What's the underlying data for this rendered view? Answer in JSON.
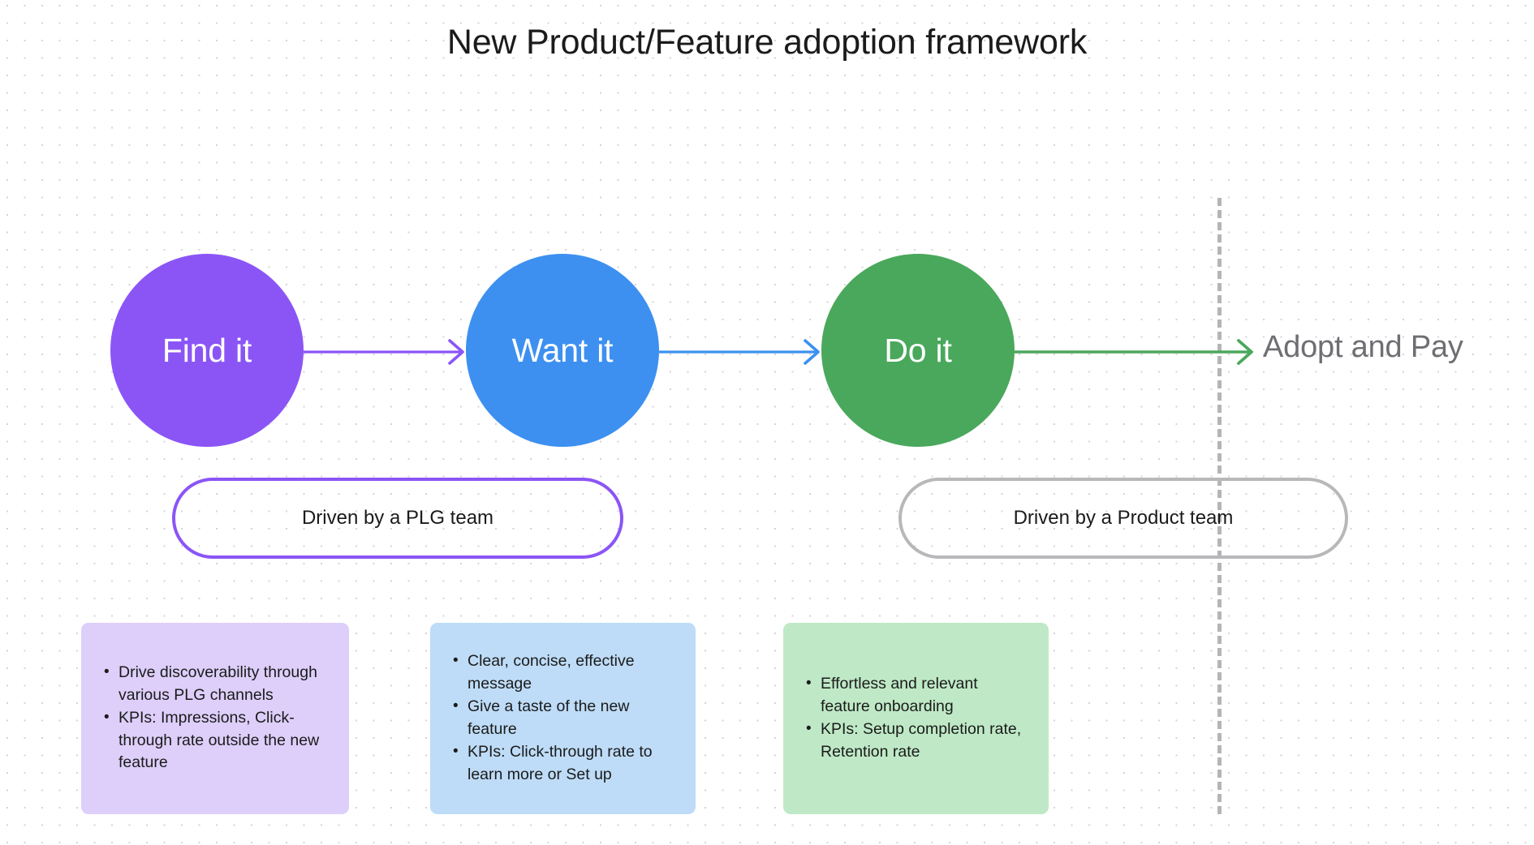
{
  "title": "New Product/Feature adoption framework",
  "canvas": {
    "background": "#ffffff",
    "dot_grid_color": "#d4d4d8"
  },
  "stages": [
    {
      "id": "find-it",
      "label": "Find it",
      "color": "#8b55f6",
      "text_color": "#ffffff"
    },
    {
      "id": "want-it",
      "label": "Want it",
      "color": "#3d90f0",
      "text_color": "#ffffff"
    },
    {
      "id": "do-it",
      "label": "Do it",
      "color": "#4aa85c",
      "text_color": "#ffffff"
    }
  ],
  "arrows": [
    {
      "id": "find-to-want",
      "color": "#8b55f6",
      "from": "Find it",
      "to": "Want it"
    },
    {
      "id": "want-to-do",
      "color": "#3d90f0",
      "from": "Want it",
      "to": "Do it"
    },
    {
      "id": "do-to-adopt",
      "color": "#4aa85c",
      "from": "Do it",
      "to": "Adopt and Pay"
    }
  ],
  "outcome": {
    "label": "Adopt and Pay",
    "color": "#6e6e73"
  },
  "divider": {
    "style": "dashed",
    "color": "#b5b5b8"
  },
  "ownership": [
    {
      "id": "plg-team",
      "label": "Driven by a PLG team",
      "border_color": "#8b55f6"
    },
    {
      "id": "product-team",
      "label": "Driven by a Product team",
      "border_color": "#b8b8bb"
    }
  ],
  "cards": [
    {
      "id": "find-it",
      "background": "#ddcffa",
      "bullets": [
        "Drive discoverability through various PLG channels",
        "KPIs: Impressions, Click-through rate outside the new feature"
      ]
    },
    {
      "id": "want-it",
      "background": "#bedcf7",
      "bullets": [
        "Clear, concise, effective message",
        "Give a taste of the new feature",
        "KPIs: Click-through rate to learn more or Set up"
      ]
    },
    {
      "id": "do-it",
      "background": "#bfe9c6",
      "bullets": [
        "Effortless and relevant feature onboarding",
        "KPIs: Setup completion rate, Retention rate"
      ]
    }
  ]
}
